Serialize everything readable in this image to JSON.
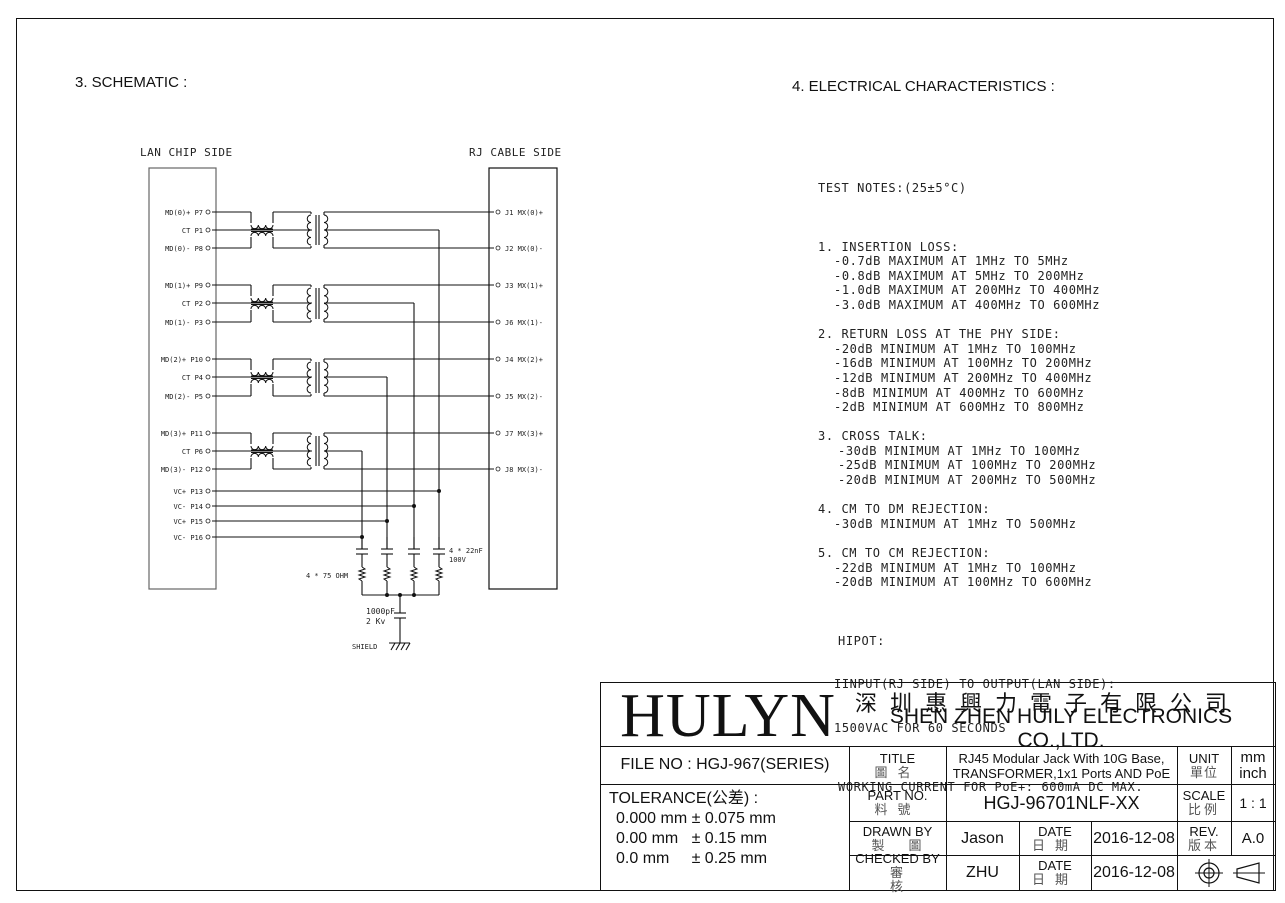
{
  "sections": {
    "schematic_title": "3. SCHEMATIC :",
    "electrical_title": "4. ELECTRICAL CHARACTERISTICS :"
  },
  "schematic": {
    "lan_side_label": "LAN CHIP SIDE",
    "rj_side_label": "RJ CABLE SIDE",
    "left_pins": [
      "MD(0)+ P7",
      "CT P1",
      "MD(0)- P8",
      "MD(1)+ P9",
      "CT P2",
      "MD(1)- P3",
      "MD(2)+ P10",
      "CT P4",
      "MD(2)- P5",
      "MD(3)+ P11",
      "CT P6",
      "MD(3)- P12",
      "VC+ P13",
      "VC- P14",
      "VC+ P15",
      "VC- P16"
    ],
    "right_pins": [
      "J1  MX(0)+",
      "J2  MX(0)-",
      "J3  MX(1)+",
      "J6  MX(1)-",
      "J4  MX(2)+",
      "J5  MX(2)-",
      "J7  MX(3)+",
      "J8  MX(3)-"
    ],
    "resistor_label": "4 * 75 OHM",
    "cap_label_1": "4 * 22nF",
    "cap_label_2": "100V",
    "hv_cap_label_1": "1000pF",
    "hv_cap_label_2": "2 Kv",
    "shield_label": "SHIELD"
  },
  "electrical": {
    "test_notes": "TEST NOTES:(25±5°C)",
    "groups": [
      {
        "heading": "1. INSERTION LOSS:",
        "lines": [
          "-0.7dB MAXIMUM AT 1MHz TO 5MHz",
          "-0.8dB MAXIMUM AT 5MHz TO 200MHz",
          "-1.0dB MAXIMUM AT 200MHz TO 400MHz",
          "-3.0dB MAXIMUM AT 400MHz TO 600MHz"
        ]
      },
      {
        "heading": "2. RETURN LOSS AT THE PHY SIDE:",
        "lines": [
          "-20dB MINIMUM AT 1MHz TO 100MHz",
          "-16dB MINIMUM AT 100MHz TO 200MHz",
          "-12dB MINIMUM AT 200MHz TO 400MHz",
          "-8dB MINIMUM AT 400MHz TO 600MHz",
          "-2dB MINIMUM AT 600MHz TO 800MHz"
        ]
      },
      {
        "heading": "3. CROSS TALK:",
        "lines": [
          "-30dB MINIMUM AT 1MHz TO 100MHz",
          "-25dB MINIMUM AT 100MHz TO 200MHz",
          "-20dB MINIMUM AT 200MHz TO 500MHz"
        ]
      },
      {
        "heading": "4. CM TO DM REJECTION:",
        "lines": [
          "-30dB MINIMUM AT 1MHz TO 500MHz"
        ]
      },
      {
        "heading": "5. CM TO CM REJECTION:",
        "lines": [
          "-22dB MINIMUM AT 1MHz TO 100MHz",
          "-20dB MINIMUM AT 100MHz TO 600MHz"
        ]
      }
    ],
    "hipot_heading": "HIPOT:",
    "hipot_lines": [
      "IINPUT(RJ SIDE) TO OUTPUT(LAN SIDE):",
      "1500VAC FOR 60 SECONDS"
    ],
    "working_current": "WORKING CURRENT FOR PoE+: 600mA DC MAX."
  },
  "title_block": {
    "logo": "HULYN",
    "company_cn": "深圳惠興力電子有限公司",
    "company_en": "SHEN ZHEN HUILY ELECTRONICS CO.,LTD.",
    "file_no": "FILE NO : HGJ-967(SERIES)",
    "tolerance_heading": "TOLERANCE(公差) :",
    "tolerance_lines": [
      "0.000 mm ± 0.075 mm",
      "0.00 mm   ± 0.15 mm",
      "0.0 mm     ± 0.25 mm"
    ],
    "title_label": "TITLE",
    "title_label_cn": "圖名",
    "title_value_1": "RJ45 Modular Jack With 10G Base,",
    "title_value_2": "TRANSFORMER,1x1 Ports AND PoE",
    "unit_label": "UNIT",
    "unit_label_cn": "單位",
    "unit_value_1": "mm",
    "unit_value_2": "inch",
    "part_label": "PART NO.",
    "part_label_cn": "料號",
    "part_value": "HGJ-96701NLF-XX",
    "scale_label": "SCALE",
    "scale_label_cn": "比例",
    "scale_value": "1 : 1",
    "drawn_label": "DRAWN BY",
    "drawn_label_cn": "製圖",
    "drawn_value": "Jason",
    "date_label": "DATE",
    "date_label_cn": "日期",
    "drawn_date": "2016-12-08",
    "rev_label": "REV.",
    "rev_label_cn": "版本",
    "rev_value": "A.0",
    "checked_label": "CHECKED BY",
    "checked_label_cn": "審核",
    "checked_value": "ZHU",
    "checked_date": "2016-12-08"
  }
}
